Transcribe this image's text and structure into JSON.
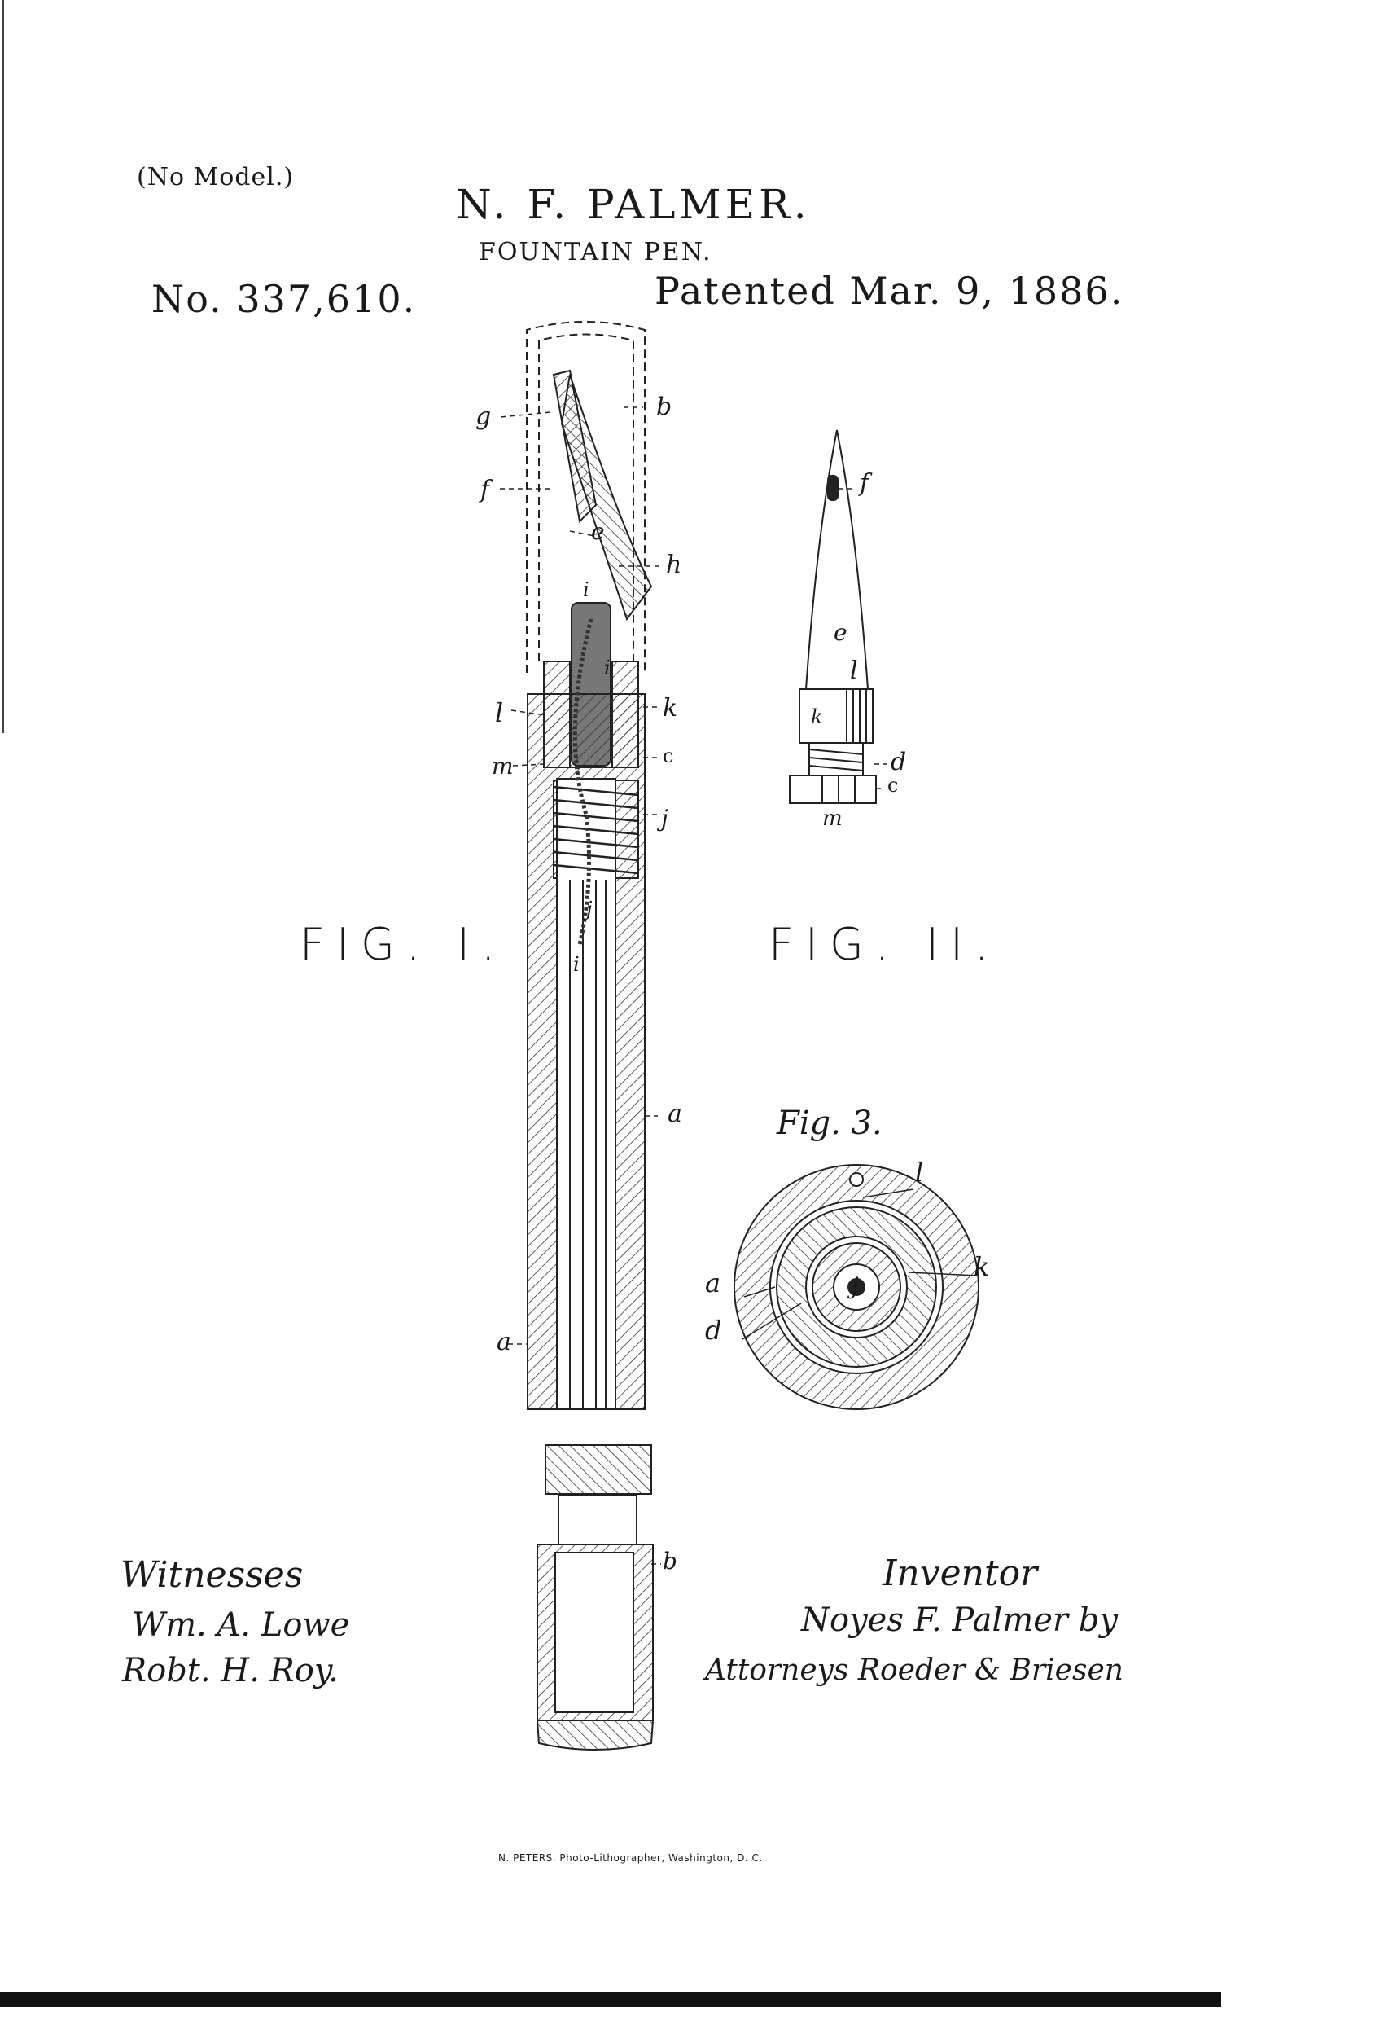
{
  "header": {
    "no_model": "(No Model.)",
    "inventor": "N. F. PALMER.",
    "title": "FOUNTAIN PEN.",
    "patent_number": "No. 337,610.",
    "patented": "Patented Mar. 9, 1886."
  },
  "figures": {
    "fig1_label": "FIG. I.",
    "fig2_label": "FIG. II.",
    "fig3_label": "Fig. 3."
  },
  "fig1_refs": {
    "g": "g",
    "f": "f",
    "b_top": "b",
    "e": "e",
    "h": "h",
    "i_upper": "i",
    "i_mid": "i",
    "l": "l",
    "k": "k",
    "m": "m",
    "c": "c",
    "j_right": "j",
    "j_lower": "j",
    "i_lower": "i",
    "a_right": "a",
    "a_left": "a",
    "b_bottom": "b"
  },
  "fig2_refs": {
    "f": "f",
    "e": "e",
    "l": "l",
    "k": "k",
    "d": "d",
    "c": "c",
    "m": "m"
  },
  "fig3_refs": {
    "l": "l",
    "k": "k",
    "a": "a",
    "d": "d",
    "j": "j"
  },
  "signatures": {
    "witnesses_label": "Witnesses",
    "witness_1": "Wm. A. Lowe",
    "witness_2": "Robt. H. Roy.",
    "inventor_label": "Inventor",
    "inventor_signature": "Noyes F. Palmer by",
    "attorneys": "Attorneys Roeder & Briesen"
  },
  "footer": "N. PETERS. Photo-Lithographer, Washington, D. C."
}
